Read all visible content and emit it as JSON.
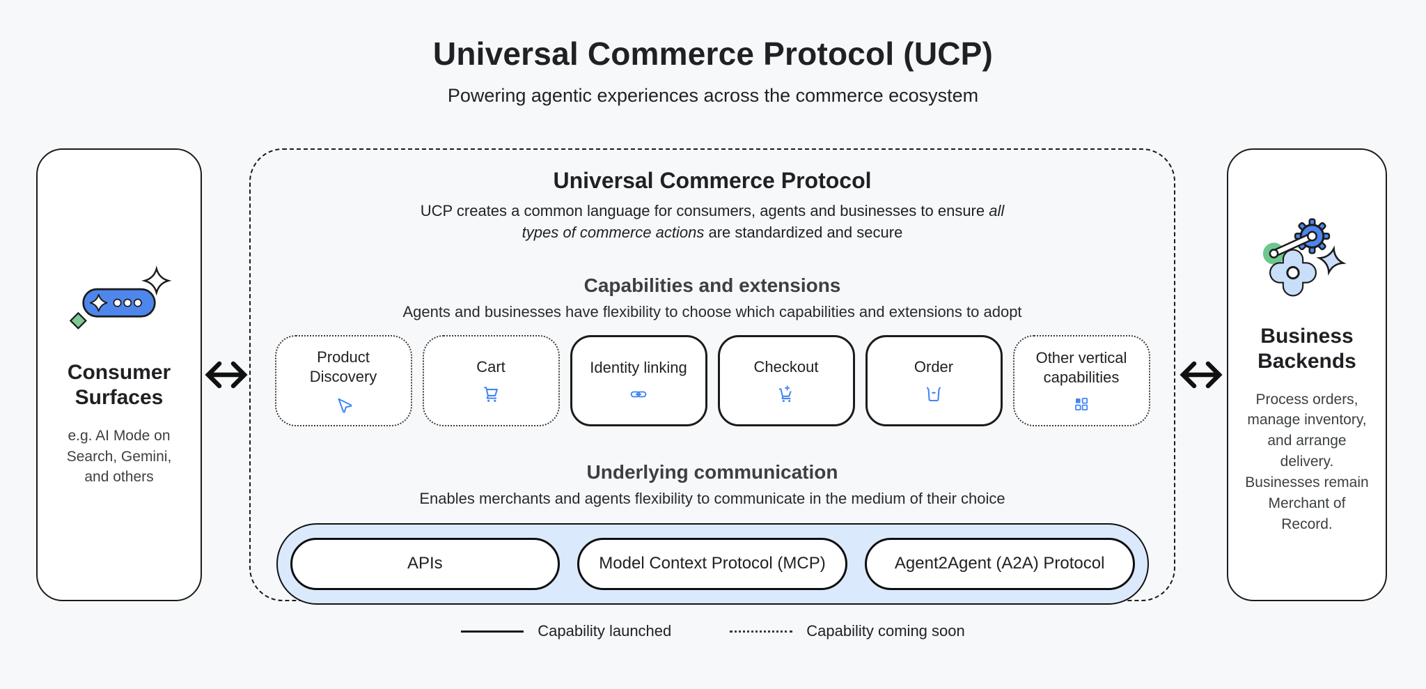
{
  "page": {
    "title": "Universal Commerce Protocol (UCP)",
    "subtitle": "Powering agentic experiences across the commerce ecosystem"
  },
  "colors": {
    "background": "#f7f8fa",
    "accent_blue": "#4285f4",
    "pill_blue": "#4e86ec",
    "light_blue_fill": "#dbe9fc",
    "illustration_light_blue": "#c8def9",
    "green": "#7dca96",
    "border_dark": "#1b1b1b",
    "text_primary": "#202124",
    "text_secondary": "#3c4043"
  },
  "consumer_panel": {
    "title": "Consumer Surfaces",
    "description": "e.g. AI Mode on Search, Gemini, and others",
    "icon": "ai-chat-pill-icon"
  },
  "business_panel": {
    "title": "Business Backends",
    "description": "Process orders, manage inventory, and arrange delivery. Businesses remain Merchant of Record.",
    "icon": "gears-icon"
  },
  "ucp_container": {
    "title": "Universal Commerce Protocol",
    "subtitle_prefix": "UCP creates a common language for consumers, agents and businesses to ensure ",
    "subtitle_italic": "all types of commerce actions",
    "subtitle_suffix": " are standardized and secure",
    "capabilities_section": {
      "title": "Capabilities and extensions",
      "subtitle": "Agents and businesses have flexibility to choose which capabilities and extensions to adopt",
      "items": [
        {
          "label": "Product Discovery",
          "status": "coming-soon",
          "icon": "send-icon"
        },
        {
          "label": "Cart",
          "status": "coming-soon",
          "icon": "cart-icon"
        },
        {
          "label": "Identity linking",
          "status": "launched",
          "icon": "link-icon"
        },
        {
          "label": "Checkout",
          "status": "launched",
          "icon": "cart-plus-icon"
        },
        {
          "label": "Order",
          "status": "launched",
          "icon": "order-box-icon"
        },
        {
          "label": "Other vertical capabilities",
          "status": "coming-soon",
          "icon": "grid-icon"
        }
      ]
    },
    "communication_section": {
      "title": "Underlying communication",
      "subtitle": "Enables merchants and agents flexibility to communicate in the medium of their choice",
      "protocols": [
        "APIs",
        "Model Context Protocol (MCP)",
        "Agent2Agent (A2A) Protocol"
      ]
    }
  },
  "legend": {
    "launched_label": "Capability launched",
    "coming_soon_label": "Capability coming soon"
  }
}
